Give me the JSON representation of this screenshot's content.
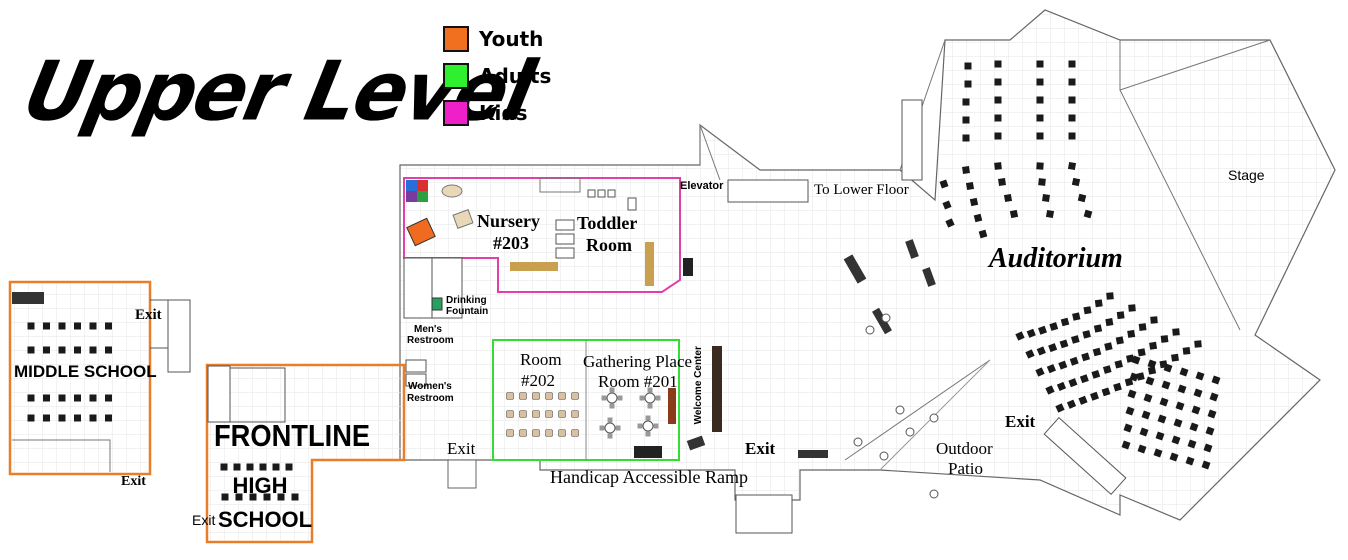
{
  "title": "Upper Level",
  "legend": [
    {
      "label": "Youth",
      "color": "#f07020"
    },
    {
      "label": "Adults",
      "color": "#2ef02e"
    },
    {
      "label": "Kids",
      "color": "#f020c8"
    }
  ],
  "colors": {
    "youth_outline": "#e87d2a",
    "adults_outline": "#33dd33",
    "kids_outline": "#e040a8",
    "wall": "#555555",
    "chair": "#1a1a1a",
    "grid": "#e6e6e6"
  },
  "rooms": {
    "middle_school": "MIDDLE SCHOOL",
    "frontline": "FRONTLINE",
    "high": "HIGH",
    "school": "SCHOOL",
    "nursery": "Nursery",
    "nursery_num": "#203",
    "toddler": "Toddler",
    "toddler_room": "Room",
    "room202": "Room",
    "room202_num": "#202",
    "gathering": "Gathering Place",
    "gathering_num": "Room #201",
    "auditorium": "Auditorium",
    "stage": "Stage",
    "outdoor": "Outdoor",
    "patio": "Patio",
    "welcome_center": "Welcome Center"
  },
  "facilities": {
    "elevator": "Elevator",
    "to_lower": "To Lower Floor",
    "drinking": "Drinking",
    "fountain": "Fountain",
    "mens1": "Men's",
    "mens2": "Restroom",
    "womens1": "Women's",
    "womens2": "Restroom",
    "ramp": "Handicap Accessible Ramp"
  },
  "exits": {
    "middle_top": "Exit",
    "middle_bottom": "Exit",
    "high_school": "Exit",
    "hall": "Exit",
    "lobby": "Exit",
    "auditorium": "Exit"
  }
}
